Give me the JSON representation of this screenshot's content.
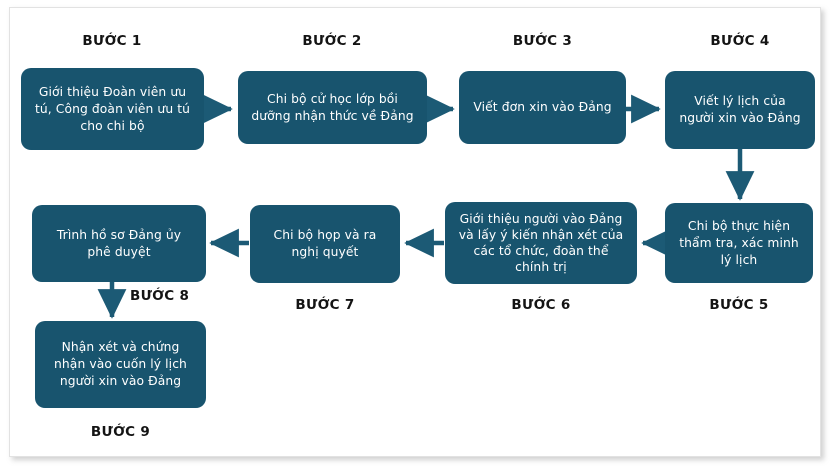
{
  "diagram": {
    "title_absent": true,
    "accent_color": "#18546E",
    "label_color": "#141414",
    "background": "#ffffff",
    "frame_border": "#e2e2e2"
  },
  "steps": [
    {
      "id": 1,
      "label": "BƯỚC 1",
      "lines": [
        "Giới thiệu Đoàn viên ưu",
        "tú, Công đoàn viên ưu tú",
        "cho chi bộ"
      ],
      "text": "Giới thiệu Đoàn viên ưu tú, Công đoàn viên ưu tú cho chi bộ"
    },
    {
      "id": 2,
      "label": "BƯỚC 2",
      "lines": [
        "Chi bộ cử học lớp bồi",
        "dưỡng nhận thức về Đảng"
      ],
      "text": "Chi bộ cử học lớp bồi dưỡng nhận thức về Đảng"
    },
    {
      "id": 3,
      "label": "BƯỚC 3",
      "lines": [
        "Viết đơn xin vào Đảng"
      ],
      "text": "Viết đơn xin vào Đảng"
    },
    {
      "id": 4,
      "label": "BƯỚC 4",
      "lines": [
        "Viết lý lịch của",
        "người xin vào Đảng"
      ],
      "text": "Viết lý lịch của người xin vào Đảng"
    },
    {
      "id": 5,
      "label": "BƯỚC 5",
      "lines": [
        "Chi bộ thực hiện",
        "thẩm tra, xác minh",
        "lý lịch"
      ],
      "text": "Chi bộ thực hiện thẩm tra, xác minh lý lịch"
    },
    {
      "id": 6,
      "label": "BƯỚC 6",
      "lines": [
        "Giới thiệu người vào Đảng",
        "và lấy ý kiến nhận xét của",
        "các tổ chức, đoàn thể",
        "chính trị"
      ],
      "text": "Giới thiệu người vào Đảng và lấy ý kiến nhận xét của các tổ chức, đoàn thể chính trị"
    },
    {
      "id": 7,
      "label": "BƯỚC 7",
      "lines": [
        "Chi bộ họp và ra",
        "nghị quyết"
      ],
      "text": "Chi bộ họp và ra nghị quyết"
    },
    {
      "id": 8,
      "label": "BƯỚC 8",
      "lines": [
        "Trình hồ sơ Đảng ủy",
        "phê duyệt"
      ],
      "text": "Trình hồ sơ Đảng ủy phê duyệt"
    },
    {
      "id": 9,
      "label": "BƯỚC 9",
      "lines": [
        "Nhận xét và chứng",
        "nhận vào cuốn lý lịch",
        "người xin vào Đảng"
      ],
      "text": "Nhận xét và chứng nhận vào cuốn lý lịch người xin vào Đảng"
    }
  ],
  "connectors": [
    {
      "from": 1,
      "to": 2,
      "direction": "right"
    },
    {
      "from": 2,
      "to": 3,
      "direction": "right"
    },
    {
      "from": 3,
      "to": 4,
      "direction": "right"
    },
    {
      "from": 4,
      "to": 5,
      "direction": "down"
    },
    {
      "from": 5,
      "to": 6,
      "direction": "left"
    },
    {
      "from": 6,
      "to": 7,
      "direction": "left"
    },
    {
      "from": 7,
      "to": 8,
      "direction": "left"
    },
    {
      "from": 8,
      "to": 9,
      "direction": "down"
    }
  ]
}
